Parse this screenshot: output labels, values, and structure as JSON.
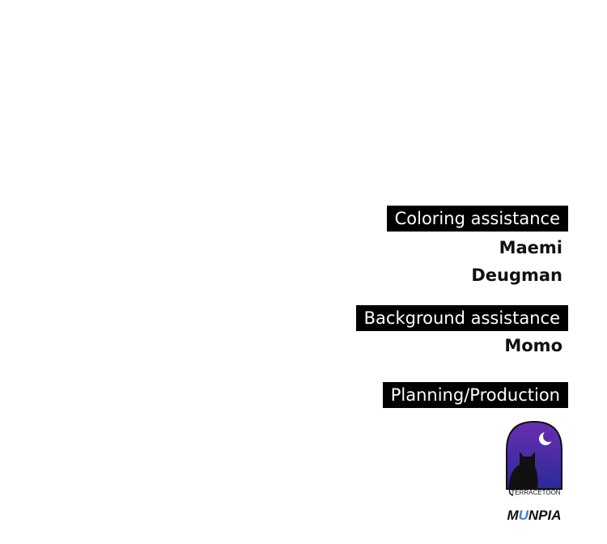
{
  "credits": [
    {
      "role": "Coloring assistance",
      "names": [
        "Maemi",
        "Deugman"
      ]
    },
    {
      "role": "Background assistance",
      "names": [
        "Momo"
      ]
    },
    {
      "role": "Planning/Production",
      "names": []
    }
  ],
  "logos": {
    "studio": "TERRACETOON",
    "platform": "MUNPIA"
  },
  "colors": {
    "arch_top": "#6a2fb0",
    "arch_bottom": "#2a2a9a",
    "accent_blue": "#3b7de0"
  }
}
